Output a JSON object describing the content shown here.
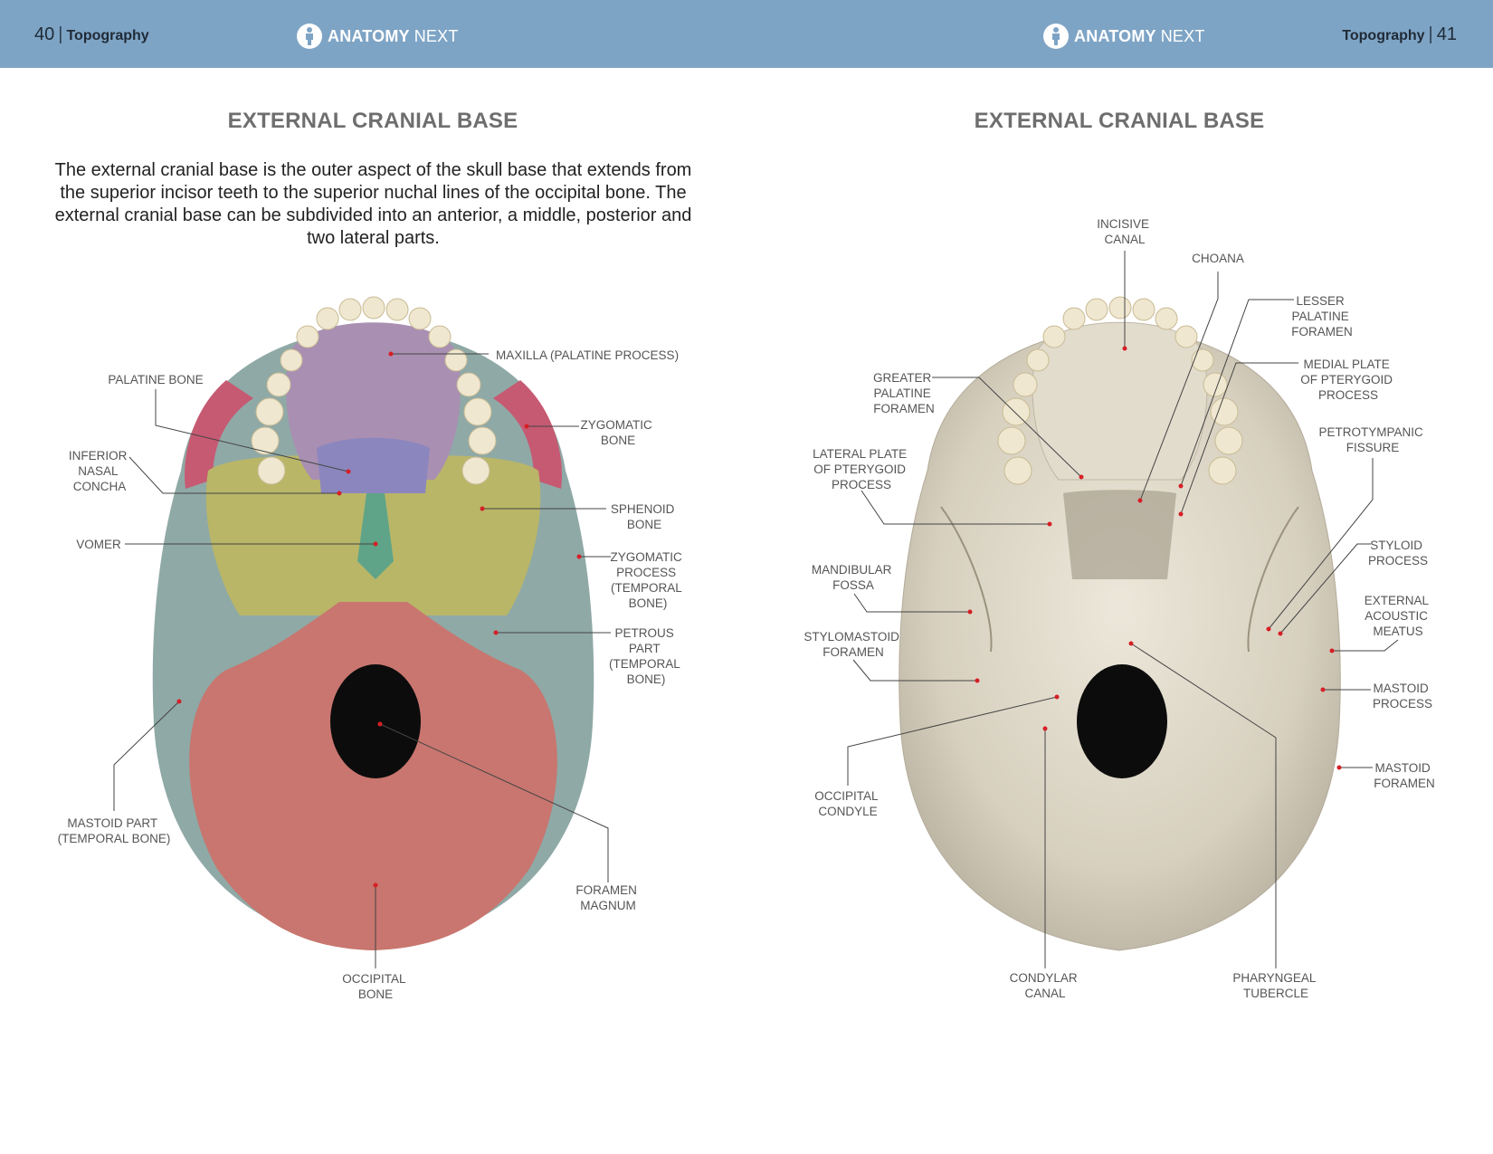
{
  "header": {
    "left": {
      "page": "40",
      "section": "Topography"
    },
    "right": {
      "page": "41",
      "section": "Topography"
    },
    "brand": {
      "bold": "ANATOMY",
      "light": "NEXT"
    }
  },
  "left_page": {
    "title": "EXTERNAL CRANIAL BASE",
    "intro": "The external cranial base is the outer aspect of the skull base that extends from the superior incisor teeth to the superior nuchal lines of the occipital bone. The external cranial base can be subdivided into an anterior, a middle, posterior and two lateral parts.",
    "labels": {
      "maxilla": "MAXILLA (PALATINE PROCESS)",
      "palatine_bone": "PALATINE BONE",
      "zygomatic_bone": [
        "ZYGOMATIC",
        "BONE"
      ],
      "inferior_nasal_concha": [
        "INFERIOR",
        "NASAL",
        "CONCHA"
      ],
      "sphenoid_bone": [
        "SPHENOID",
        "BONE"
      ],
      "vomer": "VOMER",
      "zygomatic_process": [
        "ZYGOMATIC",
        "PROCESS",
        "(TEMPORAL",
        "BONE)"
      ],
      "petrous_part": [
        "PETROUS",
        "PART",
        "(TEMPORAL",
        "BONE)"
      ],
      "mastoid_part": [
        "MASTOID PART",
        "(TEMPORAL BONE)"
      ],
      "foramen_magnum": [
        "FORAMEN",
        "MAGNUM"
      ],
      "occipital_bone": [
        "OCCIPITAL",
        "BONE"
      ]
    }
  },
  "right_page": {
    "title": "EXTERNAL CRANIAL BASE",
    "labels": {
      "incisive_canal": [
        "INCISIVE",
        "CANAL"
      ],
      "choana": "CHOANA",
      "lesser_palatine_foramen": [
        "LESSER",
        "PALATINE",
        "FORAMEN"
      ],
      "medial_plate": [
        "MEDIAL PLATE",
        "OF PTERYGOID",
        "PROCESS"
      ],
      "greater_palatine_foramen": [
        "GREATER",
        "PALATINE",
        "FORAMEN"
      ],
      "petrotympanic_fissure": [
        "PETROTYMPANIC",
        "FISSURE"
      ],
      "lateral_plate": [
        "LATERAL PLATE",
        "OF PTERYGOID",
        "PROCESS"
      ],
      "styloid_process": [
        "STYLOID",
        "PROCESS"
      ],
      "mandibular_fossa": [
        "MANDIBULAR",
        "FOSSA"
      ],
      "external_acoustic_meatus": [
        "EXTERNAL",
        "ACOUSTIC",
        "MEATUS"
      ],
      "stylomastoid_foramen": [
        "STYLOMASTOID",
        "FORAMEN"
      ],
      "mastoid_process": [
        "MASTOID",
        "PROCESS"
      ],
      "mastoid_foramen": [
        "MASTOID",
        "FORAMEN"
      ],
      "occipital_condyle": [
        "OCCIPITAL",
        "CONDYLE"
      ],
      "condylar_canal": [
        "CONDYLAR",
        "CANAL"
      ],
      "pharyngeal_tubercle": [
        "PHARYNGEAL",
        "TUBERCLE"
      ]
    }
  },
  "colors": {
    "header": "#7ea4c5",
    "maxilla": "#a98fb2",
    "palatine": "#8c86be",
    "zygomatic": "#c65a72",
    "sphenoid": "#b9b668",
    "vomer": "#5fa488",
    "temporal": "#7fa6a2",
    "occipital": "#c8766f",
    "bone_natural": "#d9d3c3",
    "marker": "#d61f26"
  }
}
